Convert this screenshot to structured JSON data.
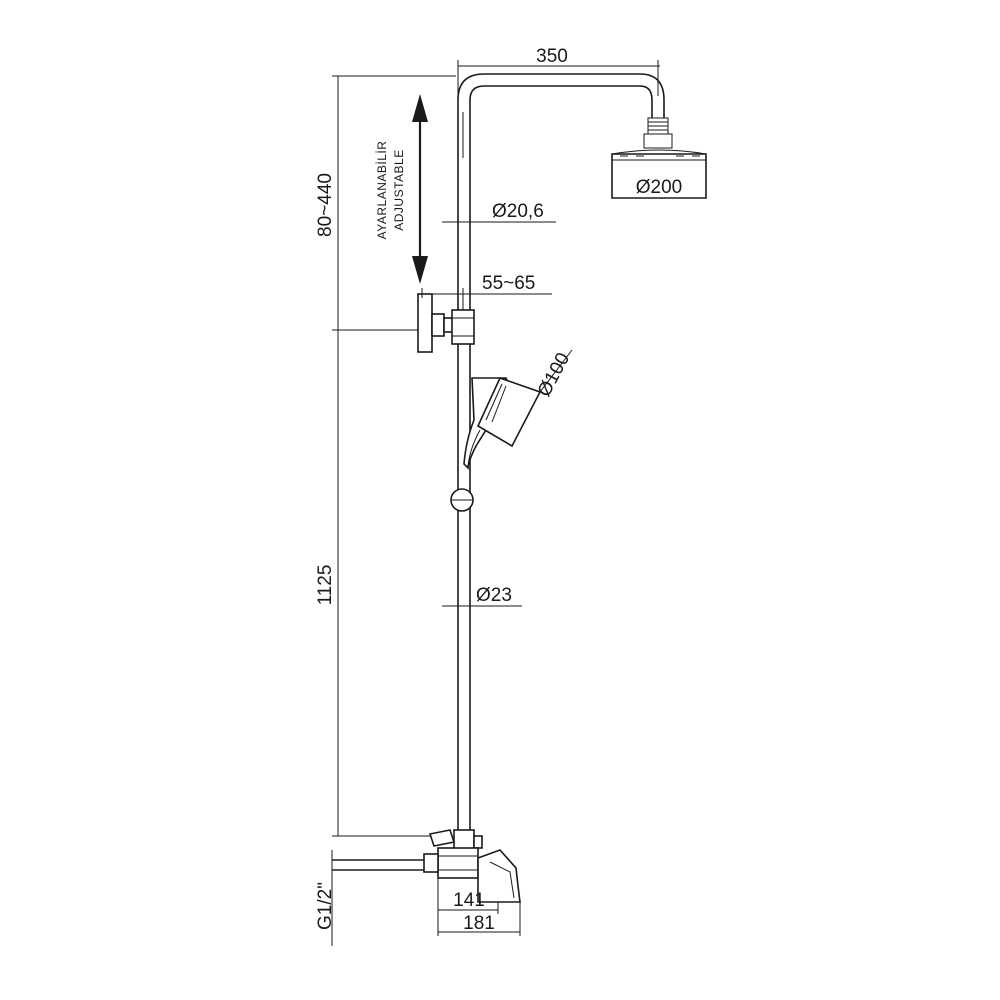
{
  "diagram": {
    "dimensions": {
      "top_width": "350",
      "shower_head_dia": "Ø200",
      "pipe_upper_dia": "Ø20,6",
      "bracket_offset": "55~65",
      "hand_shower_dia": "Ø100",
      "pipe_lower_dia": "Ø23",
      "adjustable_height": "80~440",
      "column_height": "1125",
      "inlet_thread": "G1/2\"",
      "mixer_inner_width": "141",
      "mixer_outer_width": "181"
    },
    "adjust_label_tr": "AYARLANABİLİR",
    "adjust_label_en": "ADJUSTABLE",
    "colors": {
      "line": "#1a1a1a",
      "background": "#ffffff"
    }
  }
}
